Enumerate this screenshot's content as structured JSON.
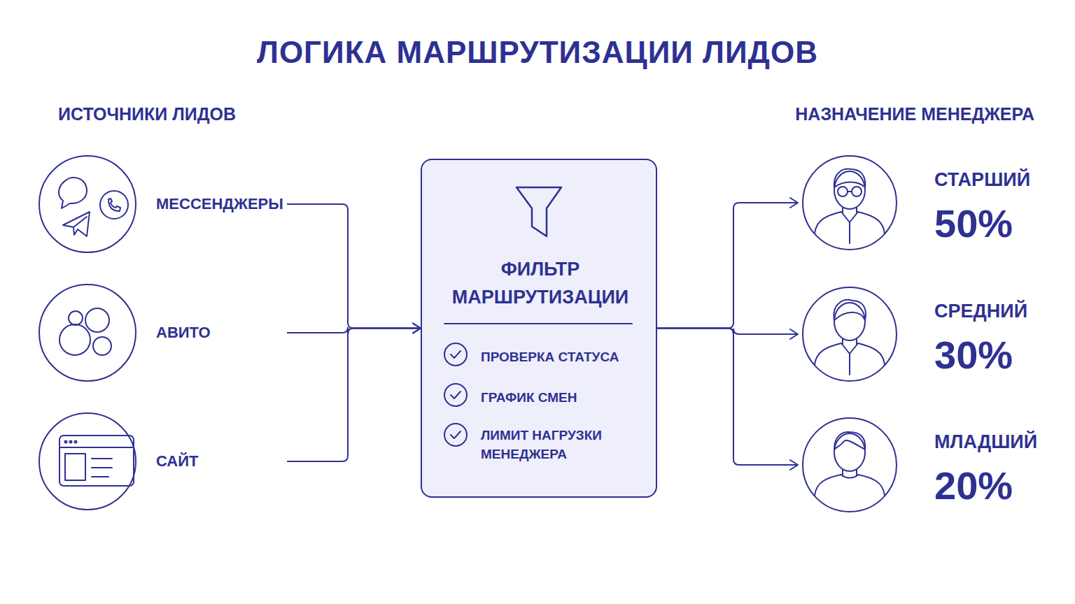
{
  "diagram": {
    "title": "ЛОГИКА МАРШРУТИЗАЦИИ ЛИДОВ",
    "nodes": [
      {
        "text": [
          "МЕССЕНДЖЕРЫ"
        ]
      },
      {
        "text": [
          "АВИТО"
        ]
      },
      {
        "text": [
          "САЙТ"
        ]
      },
      {
        "text": [
          "ФИЛЬТР МАРШРУТИЗАЦИИ",
          "ПРОВЕРКА СТАТУСА",
          "ГРАФИК СМЕН",
          "ЛИМИТ НАГРУЗКИ МЕНЕДЖЕРА"
        ]
      },
      {
        "text": [
          "СТАРШИЙ",
          "50%"
        ]
      },
      {
        "text": [
          "СРЕДНИЙ",
          "30%"
        ]
      },
      {
        "text": [
          "МЛАДШИЙ",
          "20%"
        ]
      }
    ],
    "edges": [
      {
        "from": 0,
        "to": 3,
        "arrow": "to"
      },
      {
        "from": 1,
        "to": 3,
        "arrow": "to"
      },
      {
        "from": 2,
        "to": 3,
        "arrow": "to"
      },
      {
        "from": 3,
        "to": 4,
        "arrow": "to"
      },
      {
        "from": 3,
        "to": 5,
        "arrow": "to"
      },
      {
        "from": 3,
        "to": 6,
        "arrow": "to"
      }
    ],
    "labels": [
      "ИСТОЧНИКИ ЛИДОВ",
      "НАЗНАЧЕНИЕ МЕНЕДЖЕРА"
    ]
  }
}
